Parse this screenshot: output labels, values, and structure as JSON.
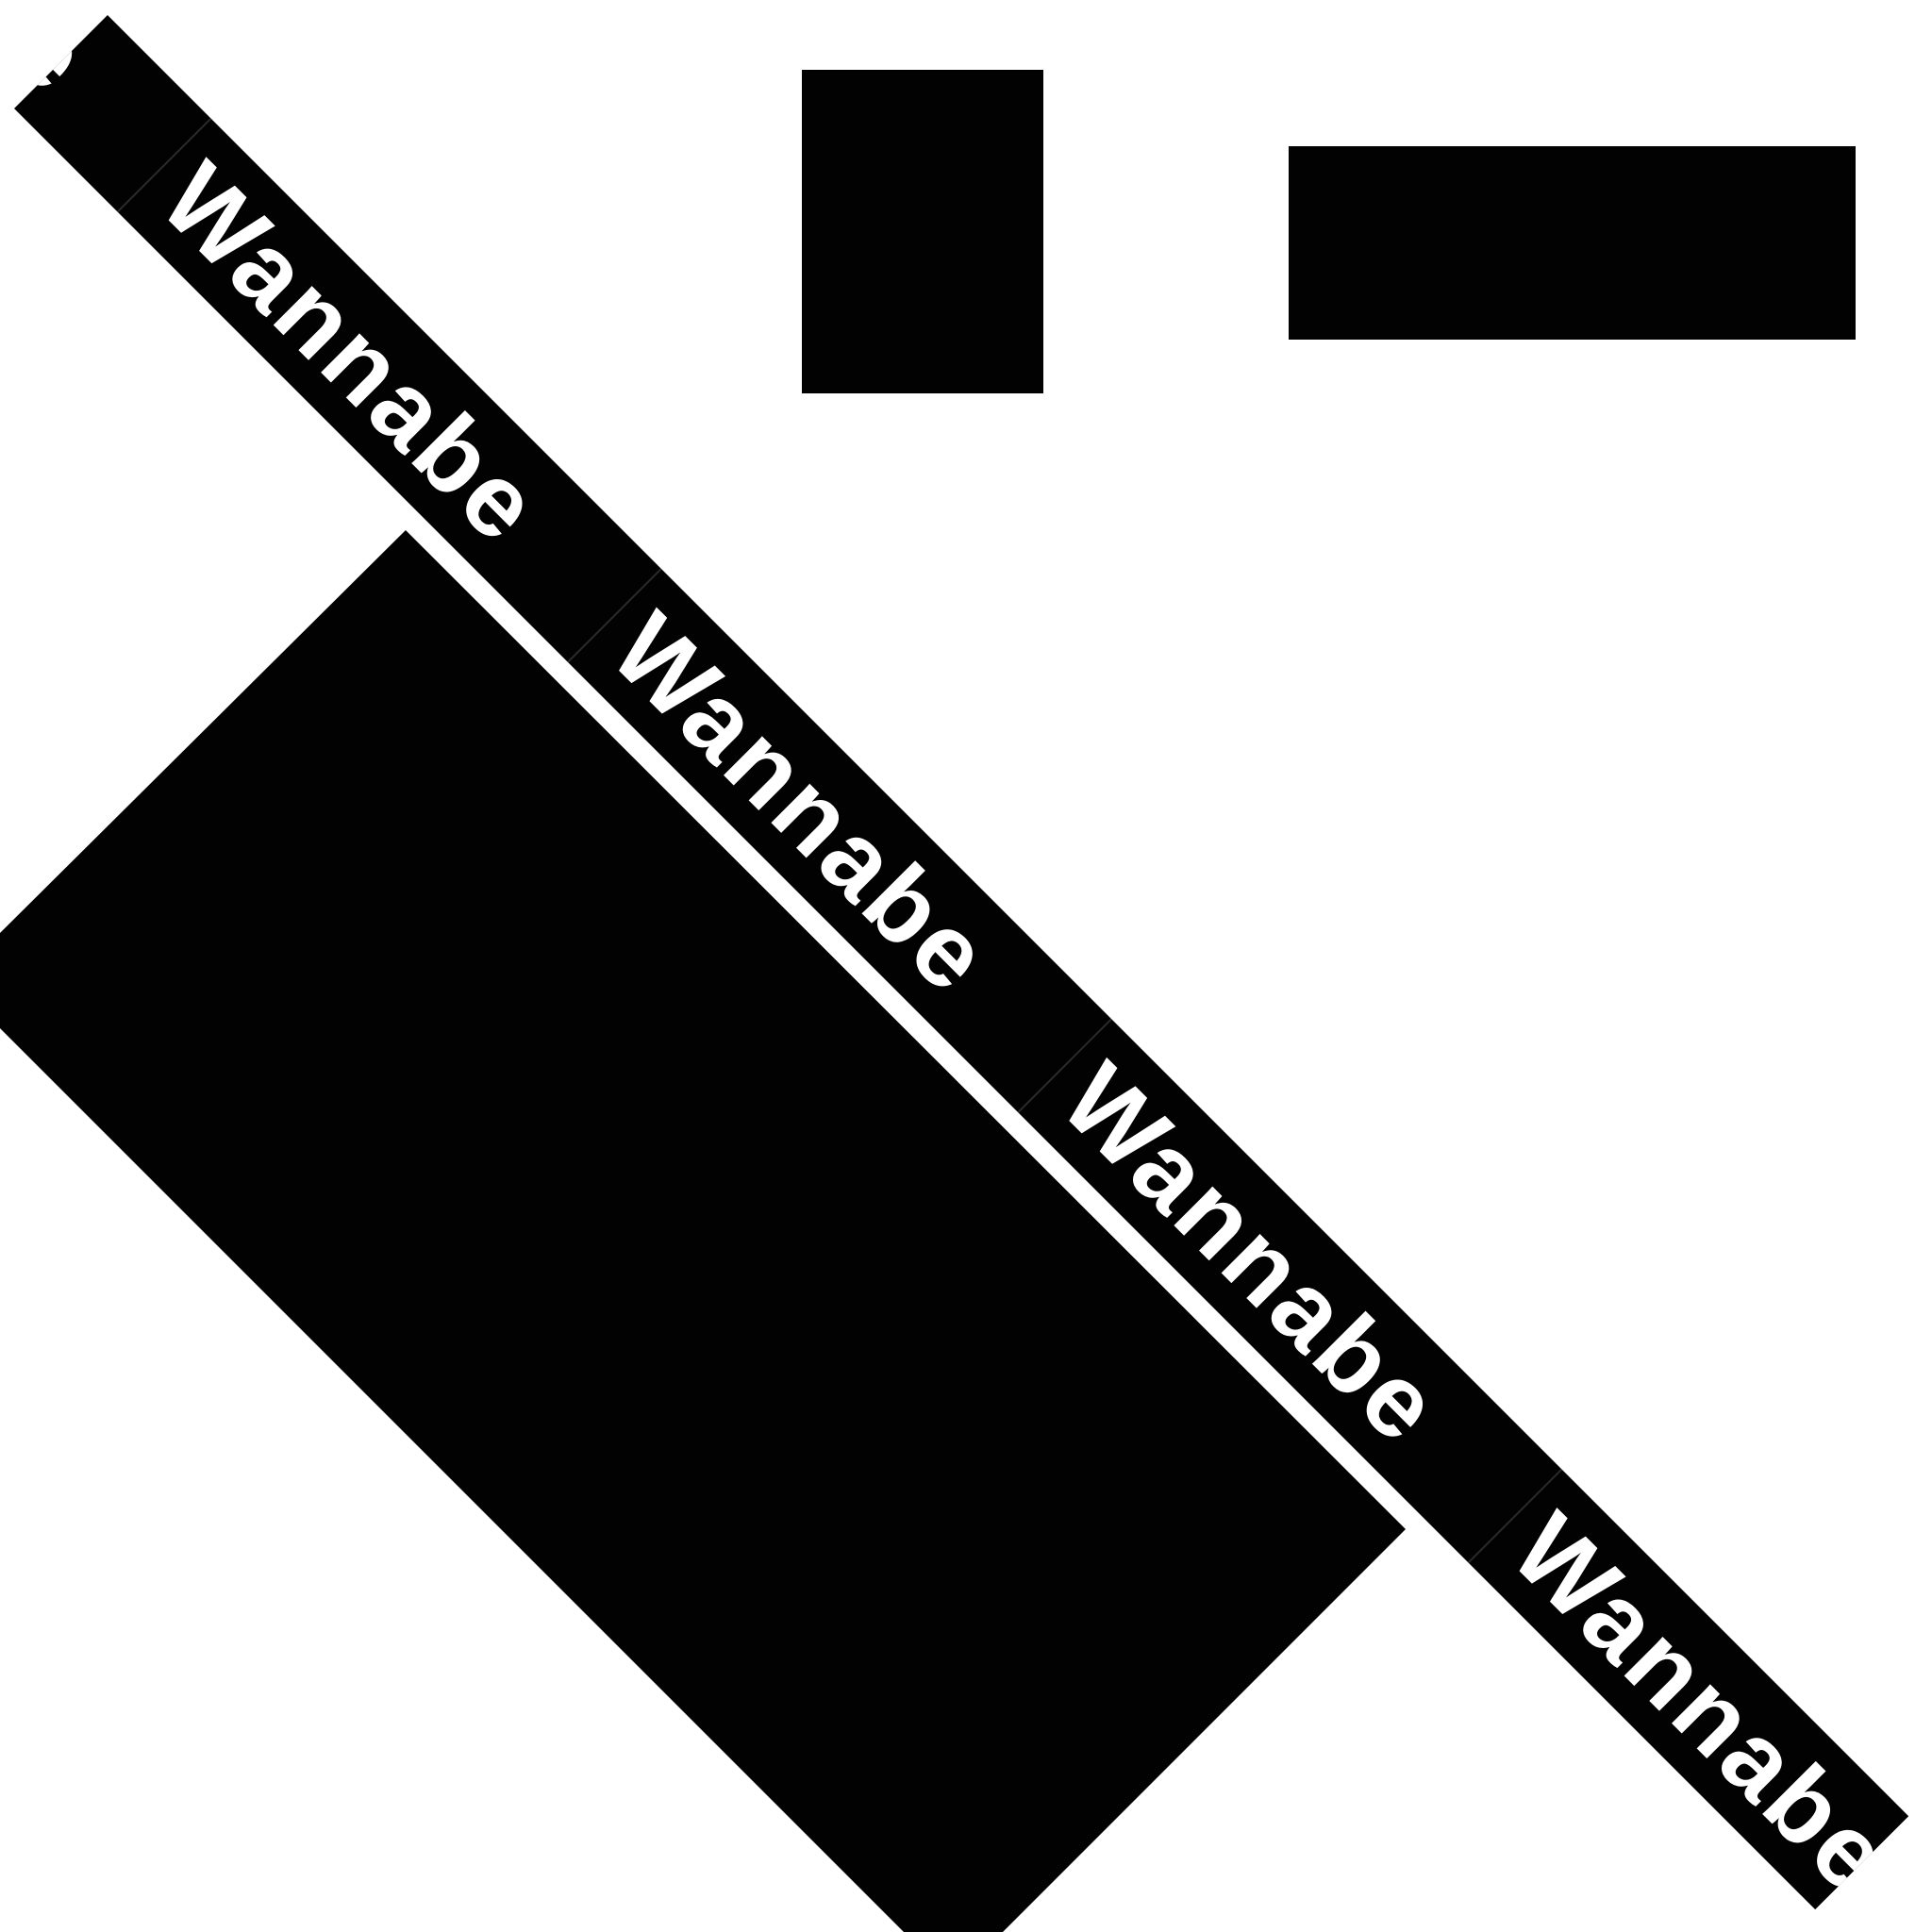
{
  "colors": {
    "background": "#ffffff",
    "shape": "#020202",
    "band": "#020202",
    "band_text": "#ffffff",
    "separator": "#2a2a2a"
  },
  "banner": {
    "segments": [
      "Wannabe",
      "Wannabe",
      "Wannabe",
      "Wannabe",
      "Wannabe"
    ]
  }
}
